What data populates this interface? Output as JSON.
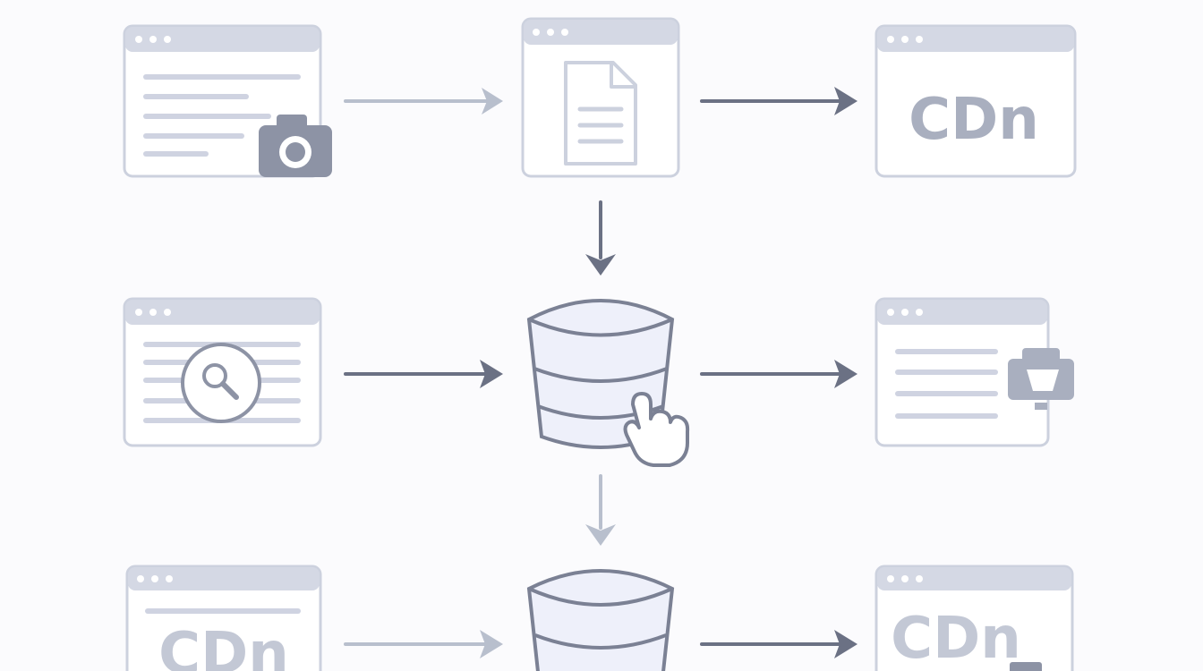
{
  "labels": {
    "cdn_top": "CDn",
    "cdn_bottom_left": "CDn",
    "cdn_bottom_right": "CDn"
  },
  "icons": {
    "camera": "camera-icon",
    "document": "document-icon",
    "search": "magnifier-icon",
    "database": "database-icon",
    "pointer": "pointer-hand-icon",
    "monitor": "monitor-icon"
  },
  "colors": {
    "window_border": "#ccd1de",
    "window_bar": "#d4d8e4",
    "arrow_dark": "#6b7184",
    "arrow_light": "#b8bfcd",
    "database_fill": "#eef0fa",
    "database_stroke": "#7b8194"
  }
}
